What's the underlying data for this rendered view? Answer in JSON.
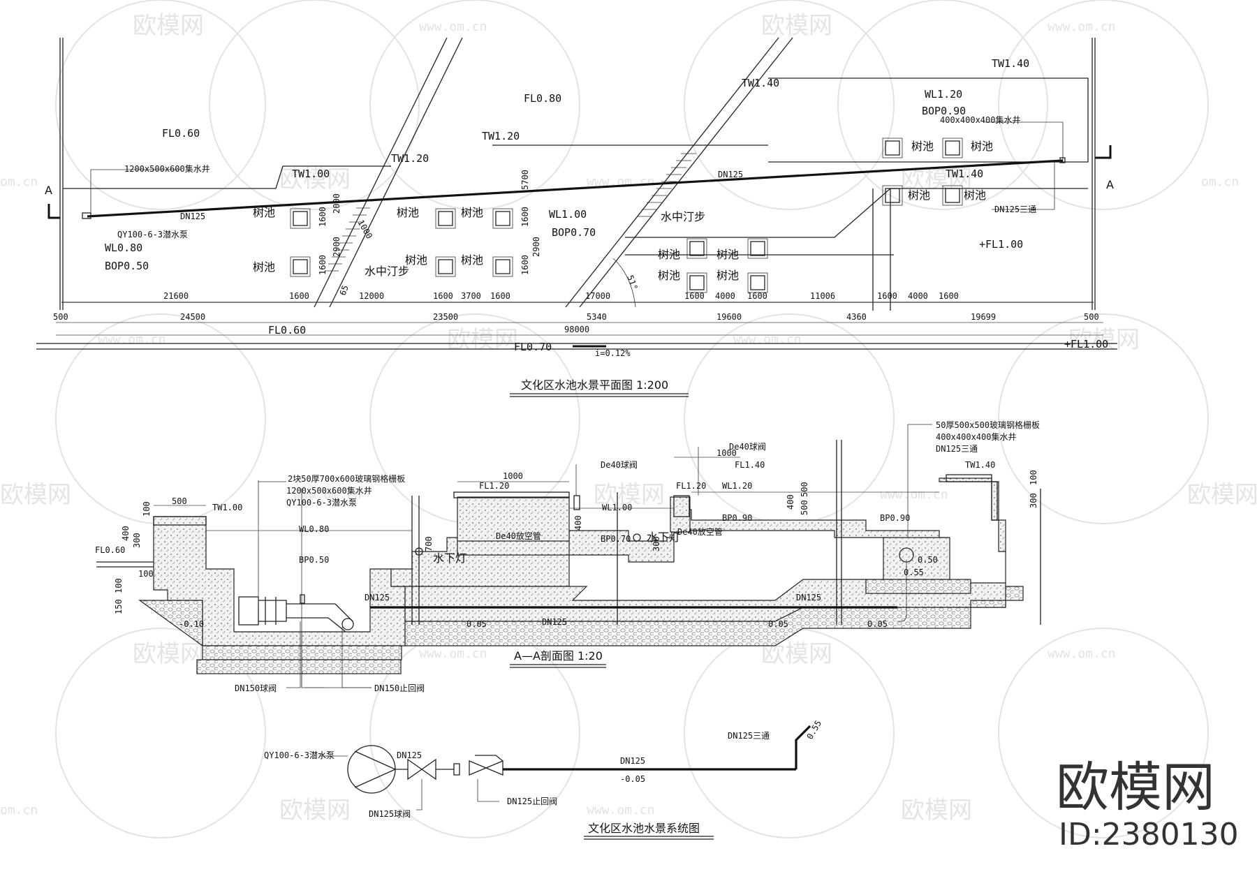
{
  "titles": {
    "plan": "文化区水池水景平面图  1:200",
    "section": "A—A剖面图  1:20",
    "system": "文化区水池水景系统图"
  },
  "plan": {
    "section_mark": "A",
    "levels": [
      "FL0.60",
      "FL0.80",
      "TW1.20",
      "TW1.20",
      "TW1.40",
      "TW1.00",
      "TW1.40",
      "TW1.40",
      "WL1.20",
      "BOP0.90",
      "WL1.00",
      "BOP0.70",
      "WL0.80",
      "BOP0.50",
      "+FL1.00",
      "FL0.60",
      "FL0.70",
      "+FL1.00"
    ],
    "notes": [
      "1200x500x600集水井",
      "QY100-6-3潜水泵",
      "400x400x400集水井",
      "DN125三通",
      "DN125",
      "DN125",
      "水中汀步",
      "水中汀步"
    ],
    "tree_pit": "树池",
    "dims_row1": [
      "21600",
      "1600",
      "12000",
      "1600",
      "3700",
      "1600",
      "17000",
      "1600",
      "4000",
      "1600",
      "11006",
      "1600",
      "4000",
      "1600"
    ],
    "dims_row2": [
      "500",
      "24500",
      "23500",
      "5340",
      "19600",
      "4360",
      "19699",
      "500"
    ],
    "dims_total": "98000",
    "dims_inner": [
      "1600",
      "2000",
      "2900",
      "1600",
      "1600",
      "2900",
      "5700",
      "1600",
      "1000",
      "65",
      "51°"
    ],
    "slope": "i=0.12%"
  },
  "section": {
    "notes_left": [
      "2块50厚700x600玻璃钢格栅板",
      "1200x500x600集水井",
      "QY100-6-3潜水泵"
    ],
    "notes_right": [
      "50厚500x500玻璃钢格栅板",
      "400x400x400集水井",
      "DN125三通"
    ],
    "labels": [
      "De40球阀",
      "De40球阀",
      "De40放空管",
      "De40放空管",
      "水下灯",
      "水下灯",
      "DN150球阀",
      "DN150止回阀",
      "DN125",
      "DN125",
      "DN125"
    ],
    "levels": [
      "FL0.60",
      "TW1.00",
      "WL0.80",
      "BP0.50",
      "-0.10",
      "FL1.20",
      "WL1.00",
      "BP0.70",
      "FL1.20",
      "WL1.20",
      "FL1.40",
      "BP0.90",
      "TW1.40",
      "BP0.90",
      "0.50",
      "0.55",
      "0.05",
      "0.05",
      "0.05"
    ],
    "dims": [
      "500",
      "100",
      "400",
      "300",
      "100",
      "100",
      "150",
      "1000",
      "700",
      "400",
      "300",
      "1000",
      "500",
      "400",
      "500",
      "300",
      "100"
    ]
  },
  "system": {
    "pump": "QY100-6-3潜水泵",
    "pipe1": "DN125",
    "ball_valve": "DN125球阀",
    "check_valve": "DN125止回阀",
    "pipe2": "DN125",
    "level": "-0.05",
    "tee": "DN125三通",
    "tee_level": "0.55"
  },
  "watermark": {
    "brand": "欧模网",
    "url": "www.om.cn",
    "url_short": "om.cn",
    "id": "ID:2380130"
  }
}
